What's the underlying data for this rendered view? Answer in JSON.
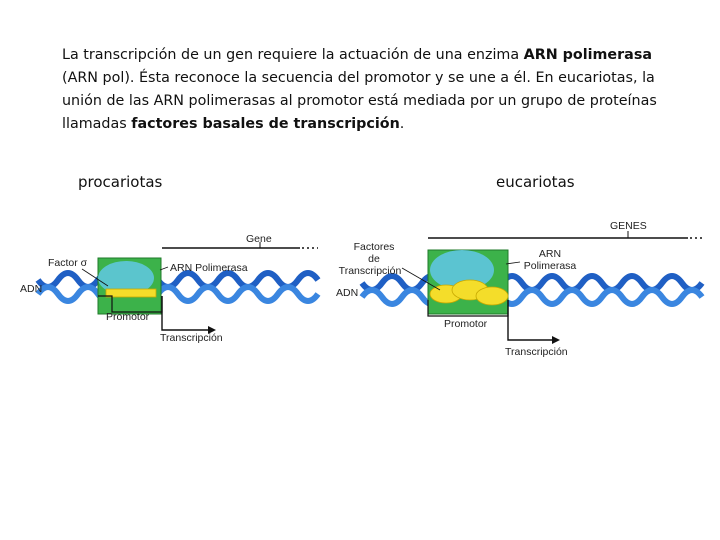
{
  "intro": {
    "s1": "La transcripción de un gen requiere la actuación de una enzima ",
    "b1": "ARN polimerasa",
    "s2": " (ARN pol). Ésta reconoce la secuencia del promotor y se une a él. En eucariotas, la unión de las ARN polimerasas al promotor está mediada por un grupo de proteínas llamadas ",
    "b2": "factores basales de transcripción",
    "s3": "."
  },
  "prokaryote": {
    "heading": "procariotas",
    "gene_label": "Gene",
    "factor_label": "Factor σ",
    "rna_pol_label": "ARN Polimerasa",
    "dna_label": "ADN",
    "promoter_label": "Promotor",
    "transcription_label": "Transcripción"
  },
  "eukaryote": {
    "heading": "eucariotas",
    "genes_label": "GENES",
    "factors_line1": "Factores",
    "factors_line2": "de",
    "factors_line3": "Transcripción",
    "rna_line1": "ARN",
    "rna_line2": "Polimerasa",
    "dna_label": "ADN",
    "promoter_label": "Promotor",
    "transcription_label": "Transcripción"
  },
  "colors": {
    "dna_blue": "#1f5fc4",
    "enzyme_green": "#3cb24a",
    "enzyme_cyan": "#5ec6dc",
    "factor_yellow": "#f4dd2a"
  }
}
